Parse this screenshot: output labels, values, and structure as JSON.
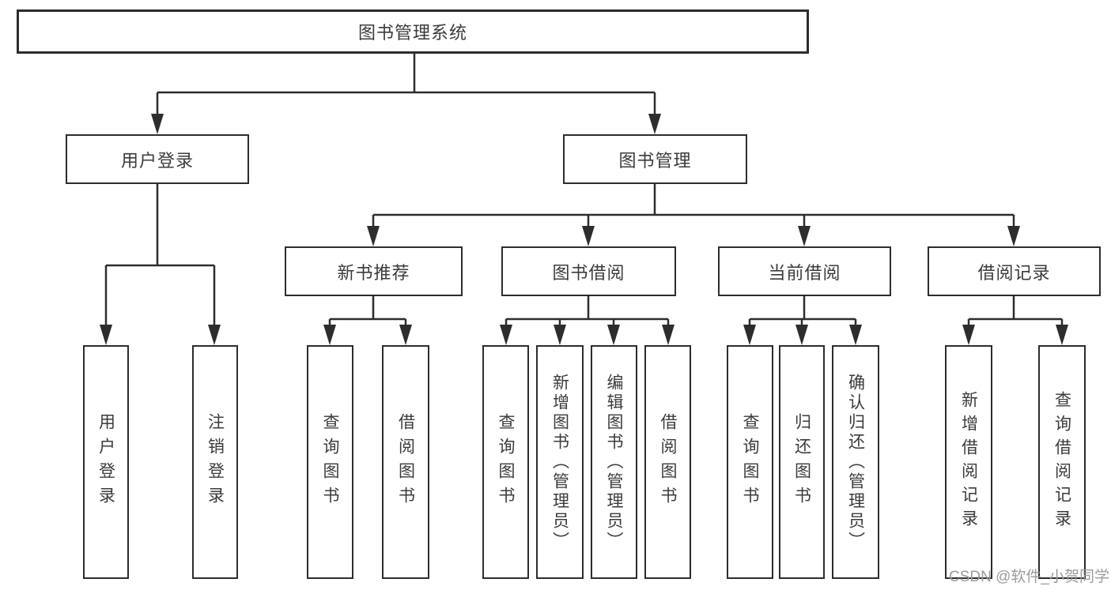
{
  "diagram": {
    "root": {
      "label": "图书管理系统"
    },
    "level2": [
      {
        "label": "用户登录"
      },
      {
        "label": "图书管理"
      }
    ],
    "level3": [
      {
        "label": "新书推荐"
      },
      {
        "label": "图书借阅"
      },
      {
        "label": "当前借阅"
      },
      {
        "label": "借阅记录"
      }
    ],
    "leaves": [
      {
        "label": "用户登录"
      },
      {
        "label": "注销登录"
      },
      {
        "label": "查询图书"
      },
      {
        "label": "借阅图书"
      },
      {
        "label": "查询图书"
      },
      {
        "label": "新增图书（管理员）"
      },
      {
        "label": "编辑图书（管理员）"
      },
      {
        "label": "借阅图书"
      },
      {
        "label": "查询图书"
      },
      {
        "label": "归还图书"
      },
      {
        "label": "确认归还（管理员）"
      },
      {
        "label": "新增借阅记录"
      },
      {
        "label": "查询借阅记录"
      }
    ]
  },
  "watermark": {
    "text": "CSDN @软件_小贺同学"
  },
  "colors": {
    "line": "#2d2d2d",
    "box_border": "#2d2d2d",
    "box_fill": "#ffffff",
    "text": "#3b3b3b",
    "watermark": "#9b9b9b",
    "background": "#ffffff"
  }
}
